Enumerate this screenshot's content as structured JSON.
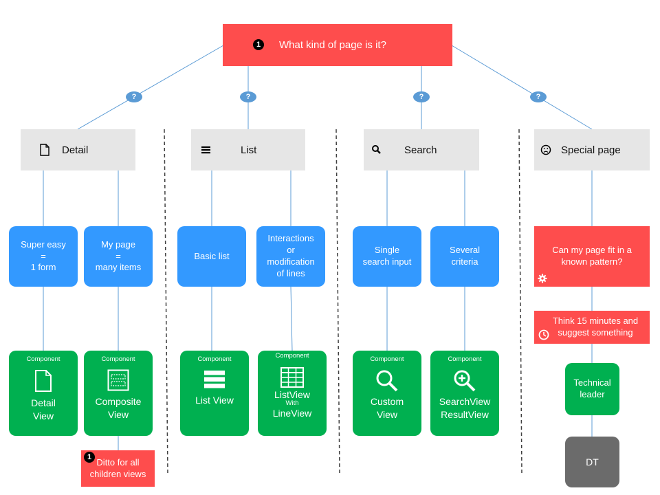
{
  "root": {
    "badge": "1",
    "label": "What kind of page is it?"
  },
  "question_mark": "?",
  "categories": {
    "detail": "Detail",
    "list": "List",
    "search": "Search",
    "special": "Special page"
  },
  "detail": {
    "option_a": {
      "line1": "Super easy",
      "line2": "=",
      "line3": "1 form"
    },
    "option_b": {
      "line1": "My page",
      "line2": "=",
      "line3": "many items"
    },
    "component_a": {
      "tag": "Component",
      "line1": "Detail",
      "line2": "View"
    },
    "component_b": {
      "tag": "Component",
      "line1": "Composite",
      "line2": "View"
    },
    "note": {
      "badge": "1",
      "line1": "Ditto for all",
      "line2": "children views"
    }
  },
  "list": {
    "option_a": {
      "line1": "Basic list"
    },
    "option_b": {
      "line1": "Interactions",
      "line2": "or",
      "line3": "modification",
      "line4": "of lines"
    },
    "component_a": {
      "tag": "Component",
      "line1": "List View"
    },
    "component_b": {
      "tag": "Component",
      "line1": "ListView",
      "line2": "With",
      "line3": "LineView"
    }
  },
  "search": {
    "option_a": {
      "line1": "Single",
      "line2": "search input"
    },
    "option_b": {
      "line1": "Several",
      "line2": "criteria"
    },
    "component_a": {
      "tag": "Component",
      "line1": "Custom",
      "line2": "View"
    },
    "component_b": {
      "tag": "Component",
      "line1": "SearchView",
      "line2": "ResultView"
    }
  },
  "special": {
    "question": {
      "line1": "Can my page fit in a",
      "line2": "known pattern?"
    },
    "think": {
      "line1": "Think 15 minutes and",
      "line2": "suggest something"
    },
    "leader": {
      "line1": "Technical",
      "line2": "leader"
    },
    "dt": "DT"
  },
  "colors": {
    "red": "#fe4d4d",
    "grey": "#e6e6e6",
    "blue": "#3399ff",
    "green": "#00b050",
    "dark": "#6b6b6b",
    "connector": "#5b9bd5"
  }
}
